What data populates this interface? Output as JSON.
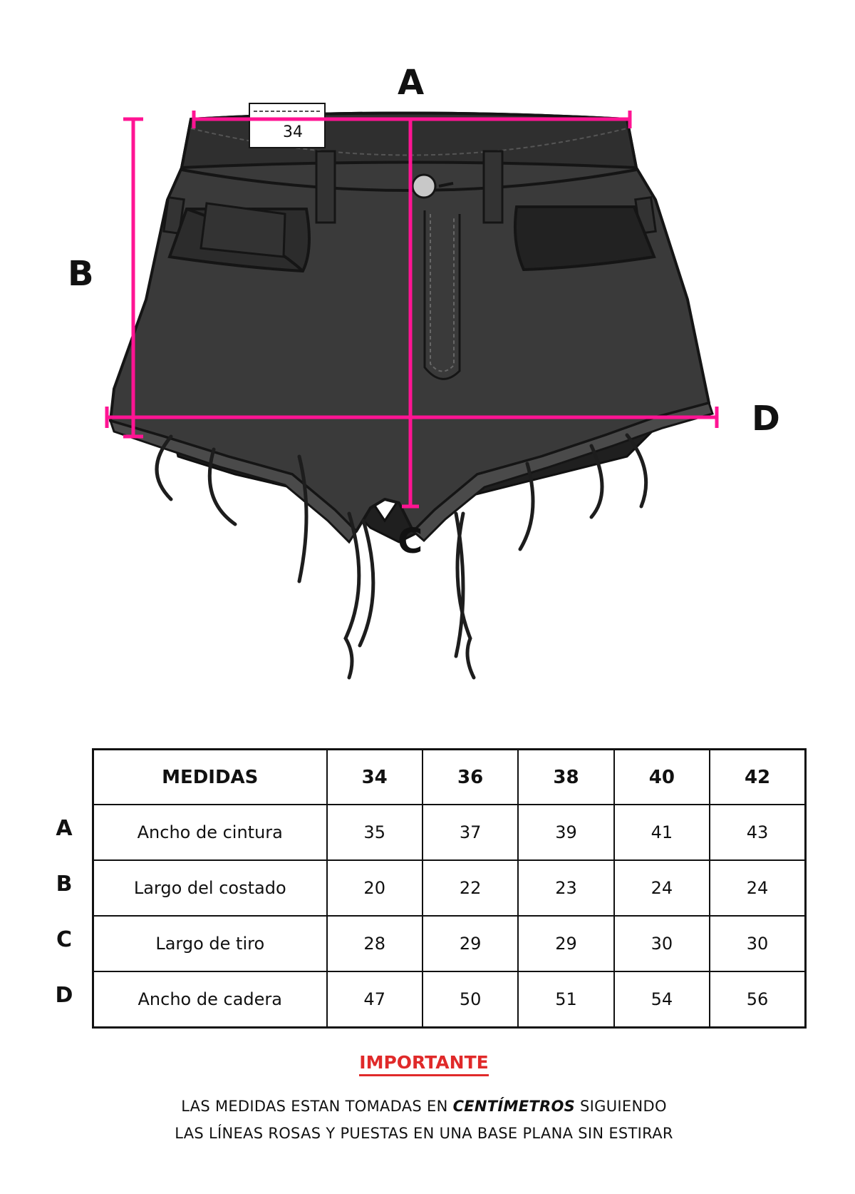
{
  "diagram": {
    "tag_size": "34",
    "letters": {
      "a": "A",
      "b": "B",
      "c": "C",
      "d": "D"
    },
    "colors": {
      "measure_line": "#ff1493",
      "denim": "#3a3a3a",
      "outline": "#151515",
      "button": "#c8c8c8"
    }
  },
  "table": {
    "header": [
      "MEDIDAS",
      "34",
      "36",
      "38",
      "40",
      "42"
    ],
    "rows": [
      {
        "letter": "A",
        "label": "Ancho de cintura",
        "values": [
          "35",
          "37",
          "39",
          "41",
          "43"
        ]
      },
      {
        "letter": "B",
        "label": "Largo del costado",
        "values": [
          "20",
          "22",
          "23",
          "24",
          "24"
        ]
      },
      {
        "letter": "C",
        "label": "Largo de tiro",
        "values": [
          "28",
          "29",
          "29",
          "30",
          "30"
        ]
      },
      {
        "letter": "D",
        "label": "Ancho de cadera",
        "values": [
          "47",
          "50",
          "51",
          "54",
          "56"
        ]
      }
    ]
  },
  "notice": {
    "title": "IMPORTANTE",
    "line1_before": "LAS MEDIDAS ESTAN TOMADAS EN ",
    "line1_emphasis": "CENTÍMETROS",
    "line1_after": " SIGUIENDO",
    "line2": "LAS LÍNEAS ROSAS Y PUESTAS EN UNA BASE PLANA SIN ESTIRAR"
  }
}
